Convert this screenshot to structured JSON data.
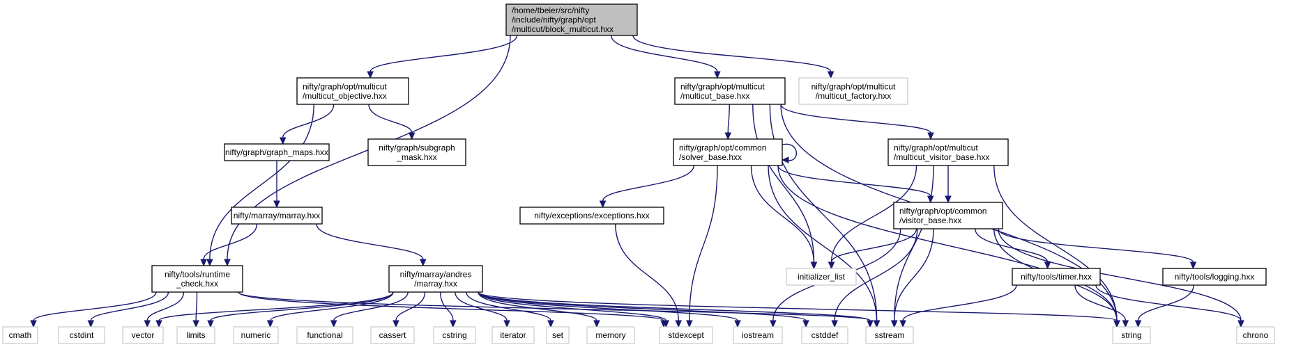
{
  "nodes": [
    {
      "id": "root",
      "kind": "root",
      "lines": [
        "/home/tbeier/src/nifty",
        "/include/nifty/graph/opt",
        "/multicut/block_multicut.hxx"
      ]
    },
    {
      "id": "objective",
      "kind": "doc",
      "lines": [
        "nifty/graph/opt/multicut",
        "/multicut_objective.hxx"
      ]
    },
    {
      "id": "mcbase",
      "kind": "doc",
      "lines": [
        "nifty/graph/opt/multicut",
        "/multicut_base.hxx"
      ]
    },
    {
      "id": "mcfactory",
      "kind": "ext",
      "lines": [
        "nifty/graph/opt/multicut",
        "/multicut_factory.hxx"
      ]
    },
    {
      "id": "graphmaps",
      "kind": "doc",
      "lines": [
        "nifty/graph/graph_maps.hxx"
      ]
    },
    {
      "id": "subgraph",
      "kind": "doc",
      "lines": [
        "nifty/graph/subgraph",
        "_mask.hxx"
      ]
    },
    {
      "id": "solverbase",
      "kind": "doc",
      "lines": [
        "nifty/graph/opt/common",
        "/solver_base.hxx"
      ]
    },
    {
      "id": "mcvisitor",
      "kind": "doc",
      "lines": [
        "nifty/graph/opt/multicut",
        "/multicut_visitor_base.hxx"
      ]
    },
    {
      "id": "marray",
      "kind": "doc",
      "lines": [
        "nifty/marray/marray.hxx"
      ]
    },
    {
      "id": "exceptions",
      "kind": "doc",
      "lines": [
        "nifty/exceptions/exceptions.hxx"
      ]
    },
    {
      "id": "visitorbase",
      "kind": "doc",
      "lines": [
        "nifty/graph/opt/common",
        "/visitor_base.hxx"
      ]
    },
    {
      "id": "runtime",
      "kind": "doc",
      "lines": [
        "nifty/tools/runtime",
        "_check.hxx"
      ]
    },
    {
      "id": "andres",
      "kind": "doc",
      "lines": [
        "nifty/marray/andres",
        "/marray.hxx"
      ]
    },
    {
      "id": "initlist",
      "kind": "ext",
      "lines": [
        "initializer_list"
      ]
    },
    {
      "id": "timer",
      "kind": "doc",
      "lines": [
        "nifty/tools/timer.hxx"
      ]
    },
    {
      "id": "logging",
      "kind": "doc",
      "lines": [
        "nifty/tools/logging.hxx"
      ]
    },
    {
      "id": "cmath",
      "kind": "ext",
      "lines": [
        "cmath"
      ]
    },
    {
      "id": "cstdint",
      "kind": "ext",
      "lines": [
        "cstdint"
      ]
    },
    {
      "id": "vector",
      "kind": "ext",
      "lines": [
        "vector"
      ]
    },
    {
      "id": "limits",
      "kind": "ext",
      "lines": [
        "limits"
      ]
    },
    {
      "id": "numeric",
      "kind": "ext",
      "lines": [
        "numeric"
      ]
    },
    {
      "id": "functional",
      "kind": "ext",
      "lines": [
        "functional"
      ]
    },
    {
      "id": "cassert",
      "kind": "ext",
      "lines": [
        "cassert"
      ]
    },
    {
      "id": "cstring",
      "kind": "ext",
      "lines": [
        "cstring"
      ]
    },
    {
      "id": "iterator",
      "kind": "ext",
      "lines": [
        "iterator"
      ]
    },
    {
      "id": "set",
      "kind": "ext",
      "lines": [
        "set"
      ]
    },
    {
      "id": "memory",
      "kind": "ext",
      "lines": [
        "memory"
      ]
    },
    {
      "id": "stdexcept",
      "kind": "ext",
      "lines": [
        "stdexcept"
      ]
    },
    {
      "id": "iostream",
      "kind": "ext",
      "lines": [
        "iostream"
      ]
    },
    {
      "id": "cstddef",
      "kind": "ext",
      "lines": [
        "cstddef"
      ]
    },
    {
      "id": "sstream",
      "kind": "ext",
      "lines": [
        "sstream"
      ]
    },
    {
      "id": "string",
      "kind": "ext",
      "lines": [
        "string"
      ]
    },
    {
      "id": "chrono",
      "kind": "ext",
      "lines": [
        "chrono"
      ]
    }
  ],
  "edges": [
    [
      "root",
      "objective"
    ],
    [
      "root",
      "mcbase"
    ],
    [
      "root",
      "mcfactory"
    ],
    [
      "root",
      "runtime"
    ],
    [
      "objective",
      "graphmaps"
    ],
    [
      "objective",
      "subgraph"
    ],
    [
      "objective",
      "runtime"
    ],
    [
      "graphmaps",
      "marray"
    ],
    [
      "marray",
      "runtime"
    ],
    [
      "marray",
      "andres"
    ],
    [
      "mcbase",
      "solverbase"
    ],
    [
      "mcbase",
      "mcvisitor"
    ],
    [
      "mcbase",
      "initlist"
    ],
    [
      "mcbase",
      "sstream"
    ],
    [
      "mcbase",
      "string"
    ],
    [
      "solverbase",
      "solverbase"
    ],
    [
      "solverbase",
      "exceptions"
    ],
    [
      "solverbase",
      "visitorbase"
    ],
    [
      "solverbase",
      "initlist"
    ],
    [
      "solverbase",
      "stdexcept"
    ],
    [
      "solverbase",
      "sstream"
    ],
    [
      "solverbase",
      "string"
    ],
    [
      "mcvisitor",
      "visitorbase"
    ],
    [
      "mcvisitor",
      "initlist"
    ],
    [
      "mcvisitor",
      "sstream"
    ],
    [
      "mcvisitor",
      "string"
    ],
    [
      "exceptions",
      "stdexcept"
    ],
    [
      "visitorbase",
      "initlist"
    ],
    [
      "visitorbase",
      "timer"
    ],
    [
      "visitorbase",
      "logging"
    ],
    [
      "visitorbase",
      "iostream"
    ],
    [
      "visitorbase",
      "cstddef"
    ],
    [
      "visitorbase",
      "sstream"
    ],
    [
      "visitorbase",
      "string"
    ],
    [
      "visitorbase",
      "chrono"
    ],
    [
      "timer",
      "sstream"
    ],
    [
      "timer",
      "string"
    ],
    [
      "timer",
      "chrono"
    ],
    [
      "logging",
      "string"
    ],
    [
      "runtime",
      "cmath"
    ],
    [
      "runtime",
      "cstdint"
    ],
    [
      "runtime",
      "vector"
    ],
    [
      "runtime",
      "limits"
    ],
    [
      "runtime",
      "stdexcept"
    ],
    [
      "runtime",
      "sstream"
    ],
    [
      "andres",
      "vector"
    ],
    [
      "andres",
      "limits"
    ],
    [
      "andres",
      "numeric"
    ],
    [
      "andres",
      "functional"
    ],
    [
      "andres",
      "cassert"
    ],
    [
      "andres",
      "cstring"
    ],
    [
      "andres",
      "iterator"
    ],
    [
      "andres",
      "set"
    ],
    [
      "andres",
      "memory"
    ],
    [
      "andres",
      "stdexcept"
    ],
    [
      "andres",
      "iostream"
    ],
    [
      "andres",
      "cstddef"
    ],
    [
      "andres",
      "sstream"
    ],
    [
      "andres",
      "string"
    ]
  ],
  "colors": {
    "edge": "#191970",
    "root_fill": "#bfbfbf",
    "ext_border": "#bfbfbf",
    "node_border": "#000000"
  }
}
